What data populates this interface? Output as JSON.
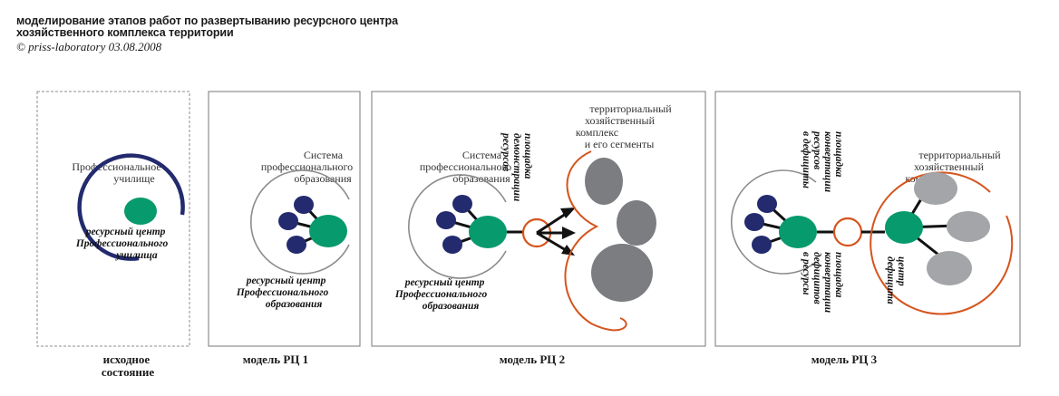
{
  "header": {
    "title_line1": "моделирование этапов работ по развертыванию ресурсного центра",
    "title_line2": "хозяйственного комплекса территории",
    "copyright": "©  priss-laboratory 03.08.2008"
  },
  "panels": {
    "p0": {
      "caption_line1": "исходное",
      "caption_line2": "состояние",
      "label_line1": "Профессиональное",
      "label_line2": "училище",
      "rc_line1": "ресурсный центр",
      "rc_line2": "Профессионального",
      "rc_line3": "училища"
    },
    "p1": {
      "caption": "модель РЦ 1",
      "label_line1": "Система",
      "label_line2": "профессионального",
      "label_line3": "образования",
      "rc_line1": "ресурсный центр",
      "rc_line2": "Профессионального",
      "rc_line3": "образования"
    },
    "p2": {
      "caption": "модель РЦ 2",
      "label_line1": "Система",
      "label_line2": "профессионального",
      "label_line3": "образования",
      "rc_line1": "ресурсный центр",
      "rc_line2": "Профессионального",
      "rc_line3": "образования",
      "platform_line1": "площадка",
      "platform_line2": "демонстрации",
      "platform_line3": "ресурсов",
      "complex_line1": "территориальный",
      "complex_line2": "хозяйственный",
      "complex_line3": "комплекс",
      "complex_line4": "и его сегменты"
    },
    "p3": {
      "caption": "модель РЦ 3",
      "platform_top_line1": "площадка",
      "platform_top_line2": "конвертации",
      "platform_top_line3": "ресурсов",
      "platform_top_line4": "в дефициты",
      "platform_bottom_line1": "площадка",
      "platform_bottom_line2": "конвертации",
      "platform_bottom_line3": "дефицитов",
      "platform_bottom_line4": "в ресурсы",
      "center_line1": "центр",
      "center_line2": "дефицита",
      "complex_line1": "территориальный",
      "complex_line2": "хозяйственный",
      "complex_line3": "комплекс"
    }
  },
  "colors": {
    "green": "#079a6c",
    "navy": "#232b6e",
    "orange": "#d5541c",
    "gray_dark": "#7b7d80",
    "gray_light": "#a3a5a8",
    "outline_gray": "#8c8c8c"
  }
}
